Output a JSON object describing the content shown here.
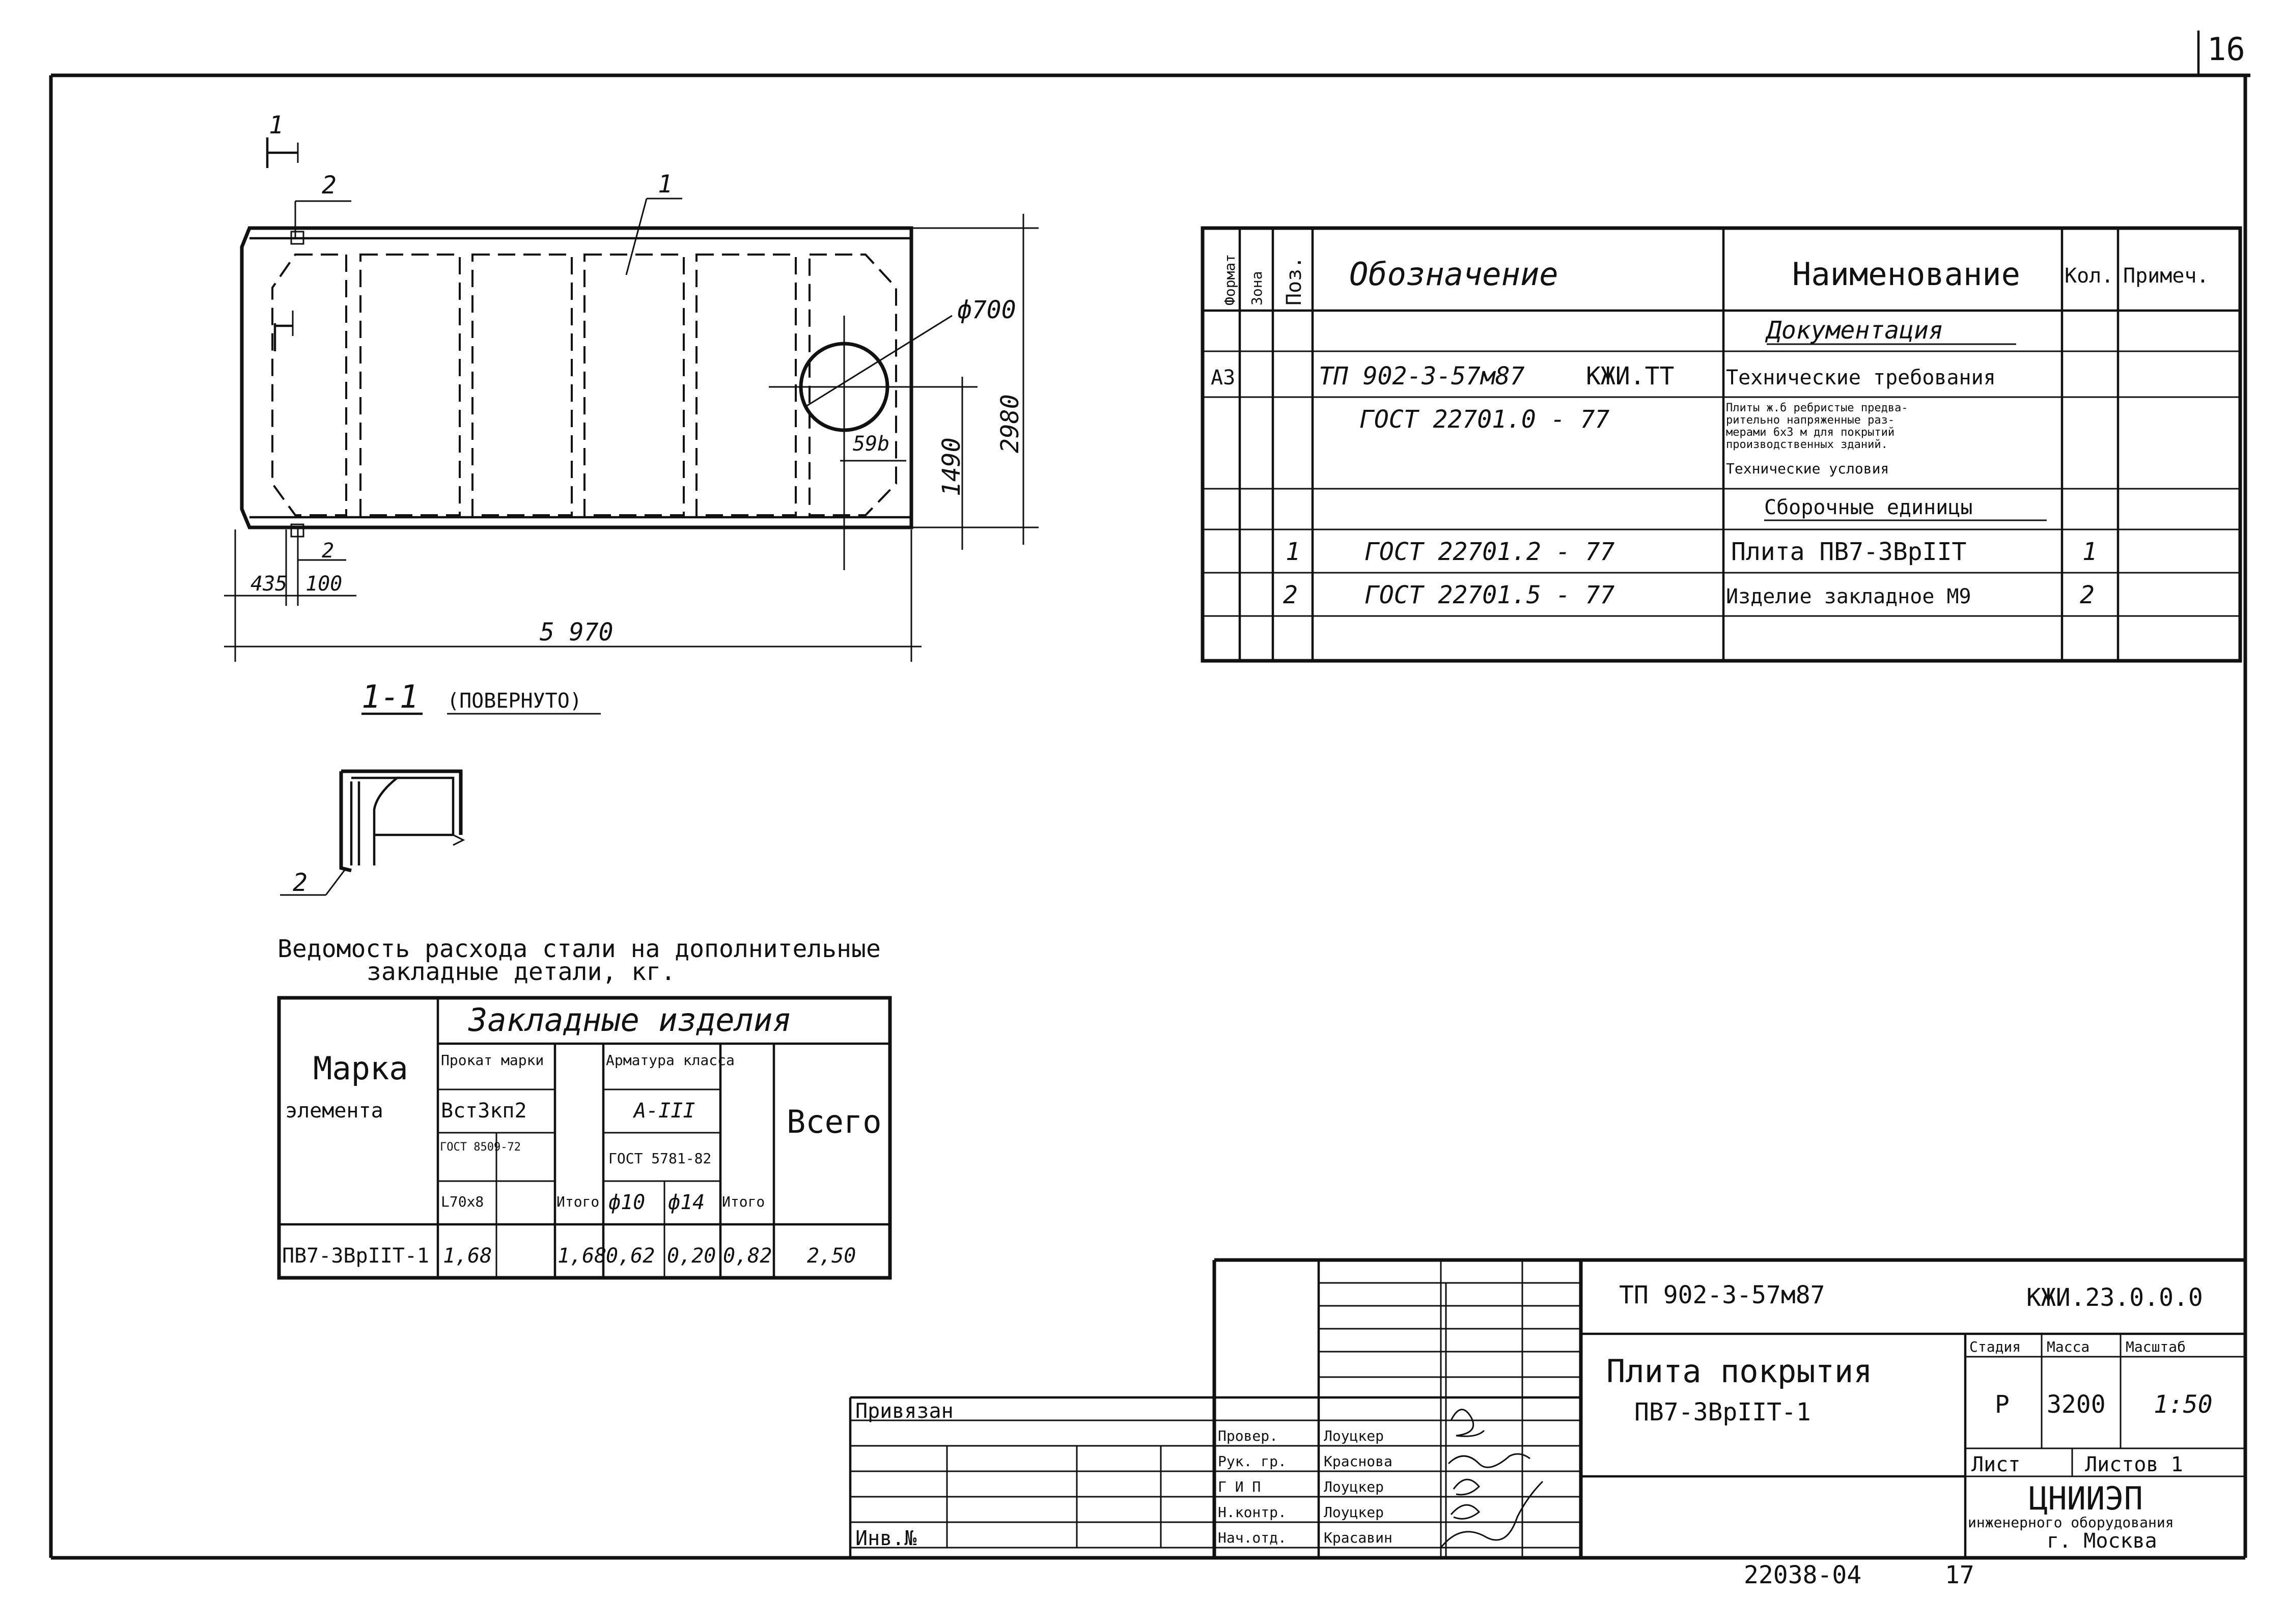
{
  "sheet_number": "16",
  "drawing": {
    "dim_length": "5 970",
    "dim_width": "2980",
    "dim_half_width": "1490",
    "dim_hole": "ф700",
    "dim_hole_offset": "59b",
    "dim_left_offset": "435",
    "dim_insert_offset": "100",
    "callout_1": "1",
    "callout_2": "2",
    "section_mark": "1",
    "section_title": "1-1",
    "section_note": "(ПОВЕРНУТО)",
    "section_callout": "2"
  },
  "spec_table": {
    "headers": {
      "format": "Формат",
      "zone": "Зона",
      "pos": "Поз.",
      "designation": "Обозначение",
      "name": "Наименование",
      "qty": "Кол.",
      "note": "Примеч."
    },
    "section_docs": "Документация",
    "section_assemblies": "Сборочные единицы",
    "rows": [
      {
        "format": "А3",
        "pos": "",
        "designation": "ТП 902-3-57м87",
        "code": "КЖИ.ТТ",
        "name": "Технические требования",
        "qty": ""
      },
      {
        "format": "",
        "pos": "",
        "designation": "ГОСТ 22701.0 - 77",
        "code": "",
        "name_lines": [
          "Плиты ж.б ребристые предва-",
          "рительно напряженные раз-",
          "мерами 6х3 м для покрытий",
          "производственных зданий."
        ],
        "name_extra": "Технические условия",
        "qty": ""
      },
      {
        "format": "",
        "pos": "1",
        "designation": "ГОСТ 22701.2 - 77",
        "code": "",
        "name": "Плита ПВ7-3ВрIIТ",
        "qty": "1"
      },
      {
        "format": "",
        "pos": "2",
        "designation": "ГОСТ 22701.5 - 77",
        "code": "",
        "name": "Изделие закладное М9",
        "qty": "2"
      }
    ]
  },
  "steel_table": {
    "title_line1": "Ведомость расхода стали на дополнительные",
    "title_line2": "закладные детали, кг.",
    "header_mark": "Марка",
    "header_element": "элемента",
    "header_group": "Закладные изделия",
    "header_rolled": "Прокат марки",
    "header_rolled_value": "Вст3кп2",
    "header_rolled_gost": "ГОСТ 8509-72",
    "header_rolled_size": "L70х8",
    "header_rebar": "Арматура класса",
    "header_rebar_value": "А-III",
    "header_rebar_gost": "ГОСТ 5781-82",
    "header_d10": "ф10",
    "header_d14": "ф14",
    "header_total1": "Итого",
    "header_total2": "Итого",
    "header_all": "Всего",
    "row": {
      "mark": "ПВ7-3ВрIIТ-1",
      "rolled": "1,68",
      "total1": "1,68",
      "d10": "0,62",
      "d14": "0,20",
      "total2": "0,82",
      "all": "2,50"
    }
  },
  "title_block": {
    "project": "ТП 902-3-57м87",
    "code": "КЖИ.23.0.0.0",
    "title_line1": "Плита покрытия",
    "title_line2": "ПВ7-3ВрIIТ-1",
    "stage_label": "Стадия",
    "mass_label": "Масса",
    "scale_label": "Масштаб",
    "stage": "Р",
    "mass": "3200",
    "scale": "1:50",
    "sheet_label": "Лист",
    "sheets_label": "Листов 1",
    "org_name": "ЦНИИЭП",
    "org_line2": "инженерного оборудования",
    "org_line3": "г. Москва",
    "bound_label": "Привязан",
    "inv_label": "Инв.№",
    "signatures": [
      {
        "role": "Провер.",
        "name": "Лоуцкер"
      },
      {
        "role": "Рук. гр.",
        "name": "Краснова"
      },
      {
        "role": "Г И П",
        "name": "Лоуцкер"
      },
      {
        "role": "Н.контр.",
        "name": "Лоуцкер"
      },
      {
        "role": "Нач.отд.",
        "name": "Красавин"
      }
    ],
    "archive_number": "22038-04",
    "archive_page": "17"
  }
}
